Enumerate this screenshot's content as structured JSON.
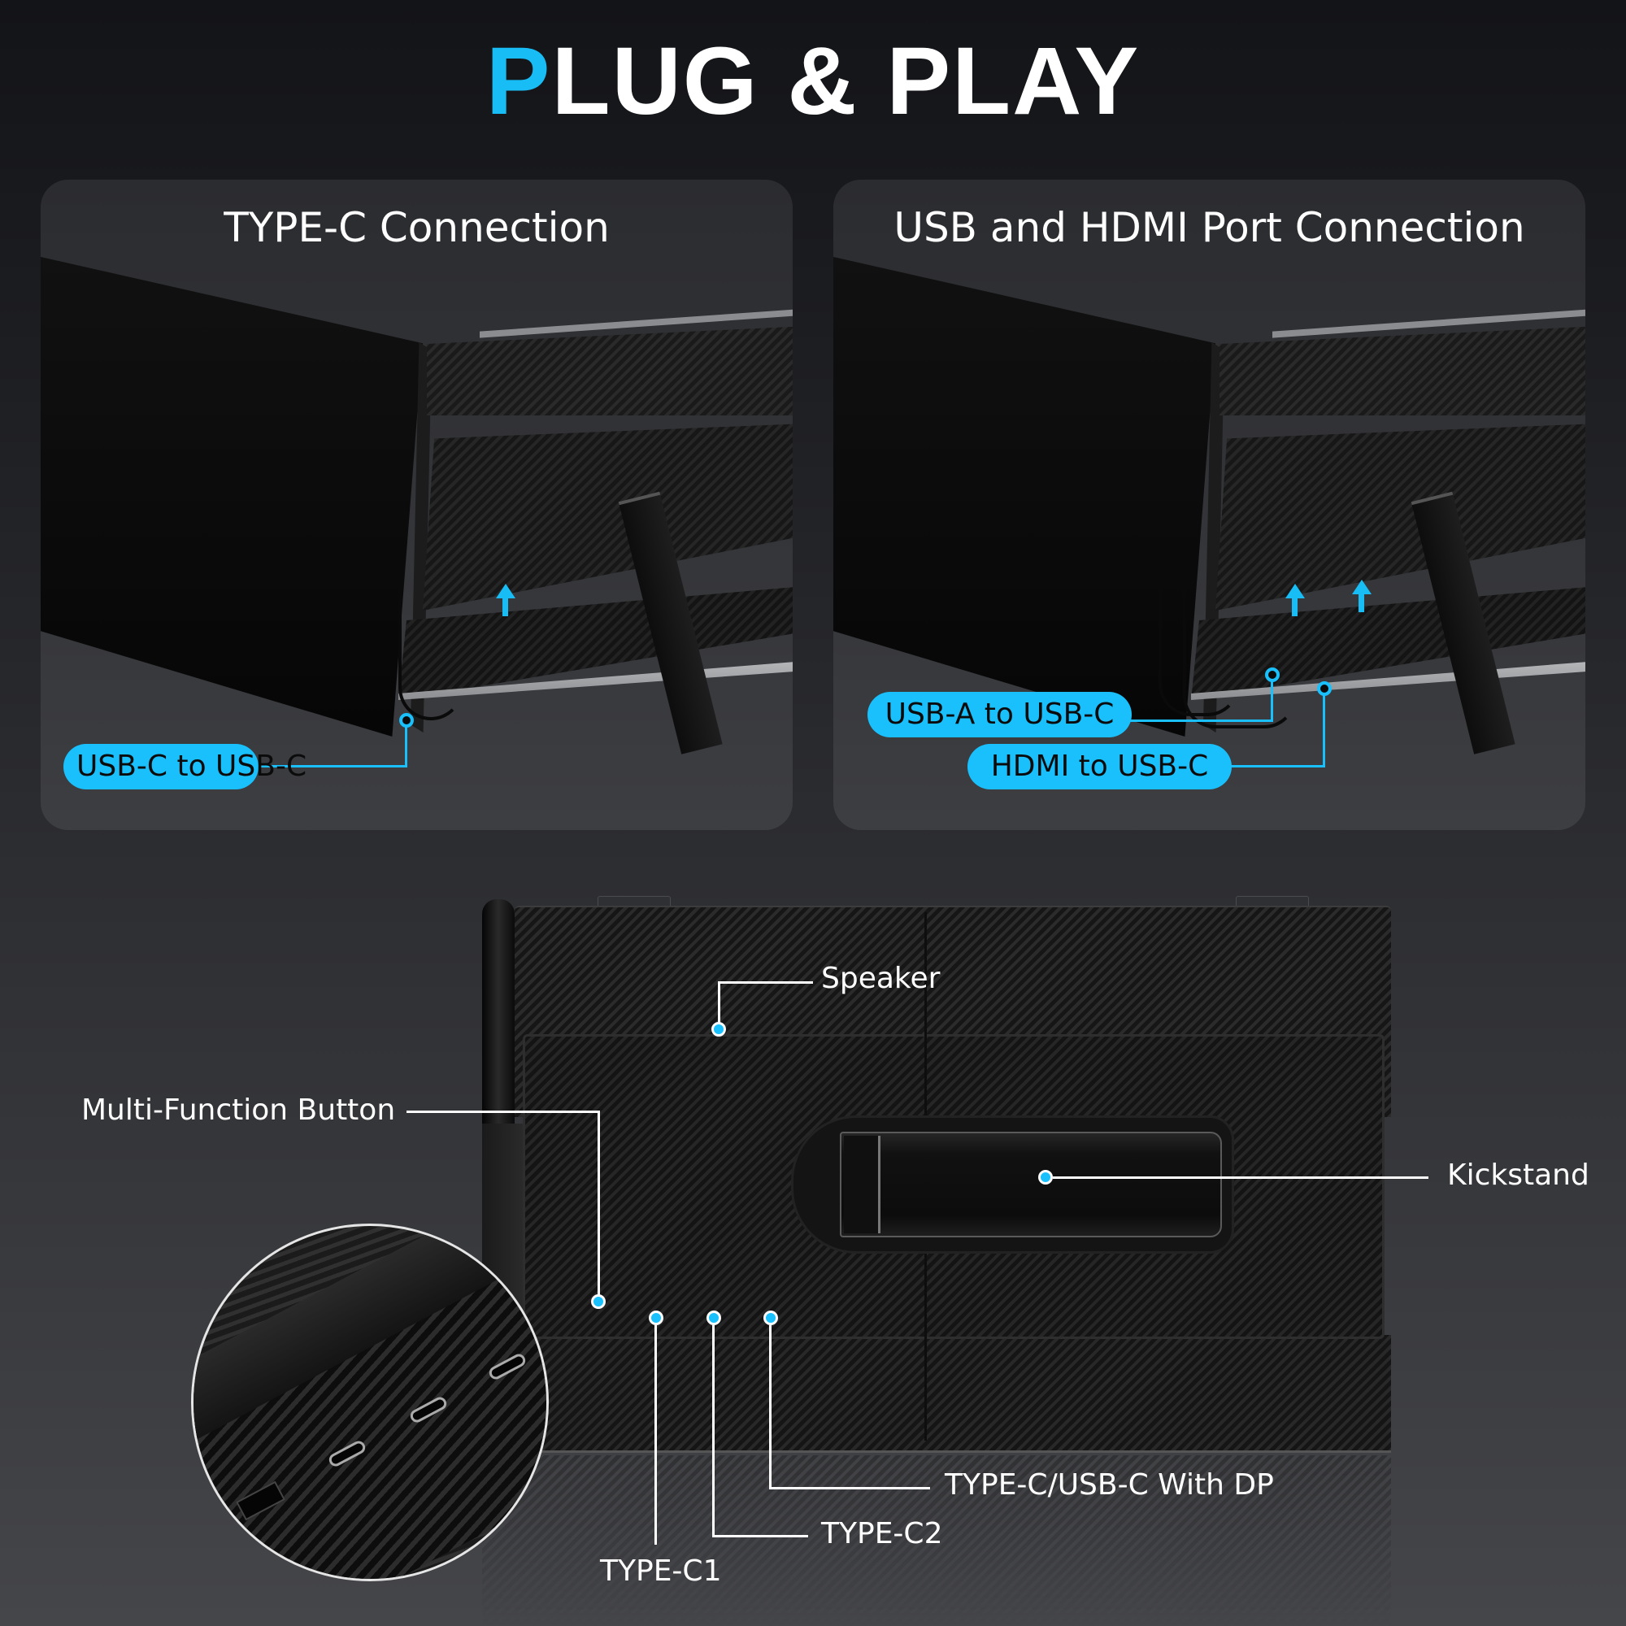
{
  "headline": {
    "accent_letter": "P",
    "rest": "LUG & PLAY",
    "accent_color": "#19bdf6"
  },
  "panels": [
    {
      "title": "TYPE-C Connection",
      "callouts": [
        {
          "label": "USB-C to USB-C"
        }
      ]
    },
    {
      "title": "USB and HDMI Port Connection",
      "callouts": [
        {
          "label": "USB-A to USB-C"
        },
        {
          "label": "HDMI to USB-C"
        }
      ]
    }
  ],
  "device_diagram": {
    "labels": {
      "speaker": "Speaker",
      "multi_function_button": "Multi-Function Button",
      "kickstand": "Kickstand",
      "type_c_dp": "TYPE-C/USB-C With DP",
      "type_c2": "TYPE-C2",
      "type_c1": "TYPE-C1"
    }
  },
  "colors": {
    "accent_cyan": "#19c0fc",
    "background_top": "#131418",
    "background_bottom": "#45464a",
    "panel_bg": "#2f3034"
  }
}
